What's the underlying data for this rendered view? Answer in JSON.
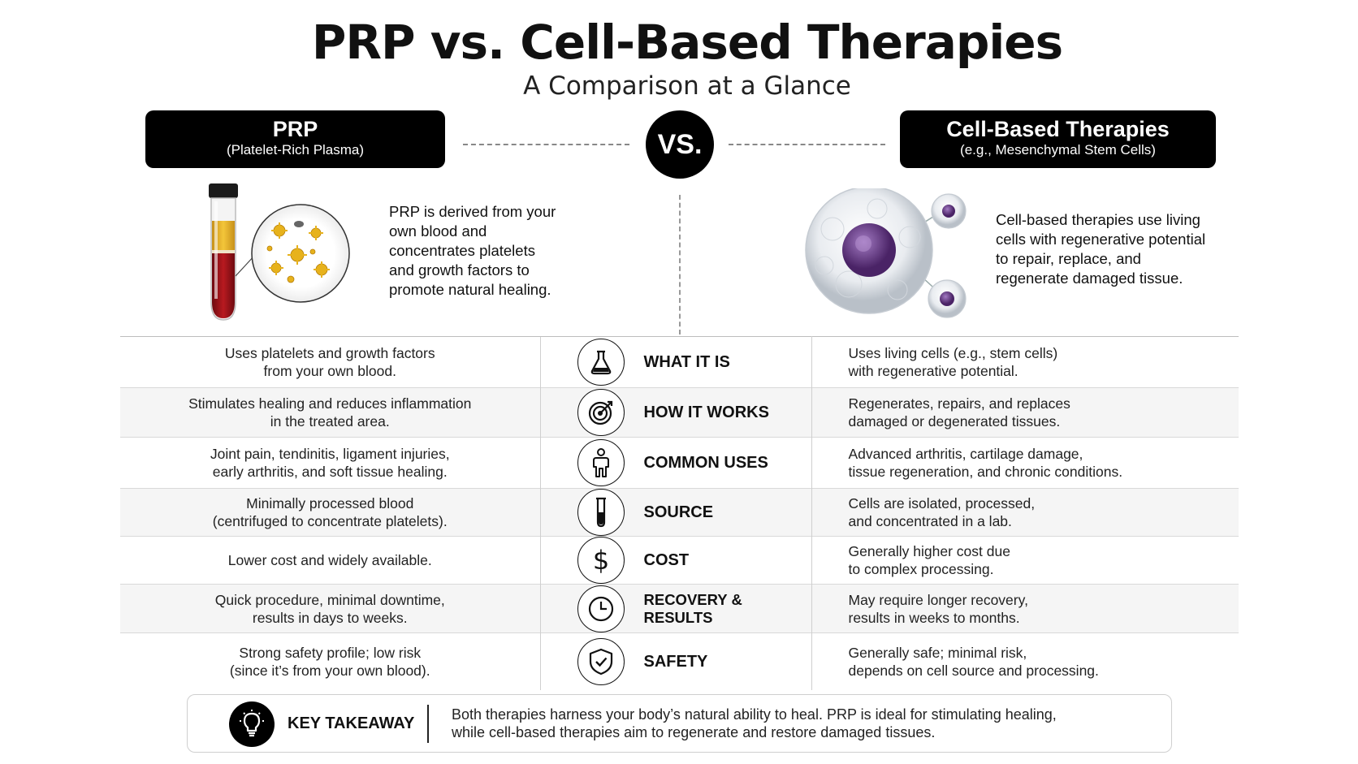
{
  "title": "PRP vs. Cell-Based Therapies",
  "subtitle": "A Comparison at a Glance",
  "left_header": {
    "title": "PRP",
    "subtitle": "(Platelet-Rich Plasma)"
  },
  "vs_label": "VS.",
  "right_header": {
    "title": "Cell-Based Therapies",
    "subtitle": "(e.g., Mesenchymal Stem Cells)"
  },
  "left_description": "PRP is derived from your own blood and concentrates platelets and growth factors to promote natural healing.",
  "right_description": "Cell-based therapies use living cells with regenerative potential to repair, replace, and regenerate damaged tissue.",
  "colors": {
    "header_bg": "#000000",
    "row_alt": "#f5f5f5",
    "plasma": "#e8b62a",
    "blood": "#9c0c14",
    "cell_nucleus": "#6a3e8c"
  },
  "rows": [
    {
      "icon": "flask-icon",
      "category": "WHAT IT IS",
      "left": [
        "Uses platelets and growth factors",
        "from your own blood."
      ],
      "right": [
        "Uses living cells (e.g., stem cells)",
        "with regenerative potential."
      ]
    },
    {
      "icon": "target-icon",
      "category": "HOW IT WORKS",
      "left": [
        "Stimulates healing and reduces inflammation",
        "in the treated area."
      ],
      "right": [
        "Regenerates, repairs, and replaces",
        "damaged or degenerated tissues."
      ]
    },
    {
      "icon": "person-icon",
      "category": "COMMON USES",
      "left": [
        "Joint pain, tendinitis, ligament injuries,",
        "early arthritis, and soft tissue healing."
      ],
      "right": [
        "Advanced arthritis, cartilage damage,",
        "tissue regeneration, and chronic conditions."
      ]
    },
    {
      "icon": "test-tube-icon",
      "category": "SOURCE",
      "left": [
        "Minimally processed blood",
        "(centrifuged to concentrate platelets)."
      ],
      "right": [
        "Cells are isolated, processed,",
        "and concentrated in a lab."
      ]
    },
    {
      "icon": "dollar-icon",
      "category": "COST",
      "left": [
        "Lower cost and widely available."
      ],
      "right": [
        "Generally higher cost due",
        "to complex processing."
      ]
    },
    {
      "icon": "clock-icon",
      "category": "RECOVERY & RESULTS",
      "left": [
        "Quick procedure, minimal downtime,",
        "results in days to weeks."
      ],
      "right": [
        "May require longer recovery,",
        "results in weeks to months."
      ]
    },
    {
      "icon": "shield-check-icon",
      "category": "SAFETY",
      "left": [
        "Strong safety profile; low risk",
        "(since it’s from your own blood)."
      ],
      "right": [
        "Generally safe; minimal risk,",
        "depends on cell source and processing."
      ]
    }
  ],
  "takeaway": {
    "icon": "lightbulb-icon",
    "label": "KEY TAKEAWAY",
    "text_line1": "Both therapies harness your body’s natural ability to heal. PRP is ideal for stimulating healing,",
    "text_line2": "while cell-based therapies aim to regenerate and restore damaged tissues."
  }
}
